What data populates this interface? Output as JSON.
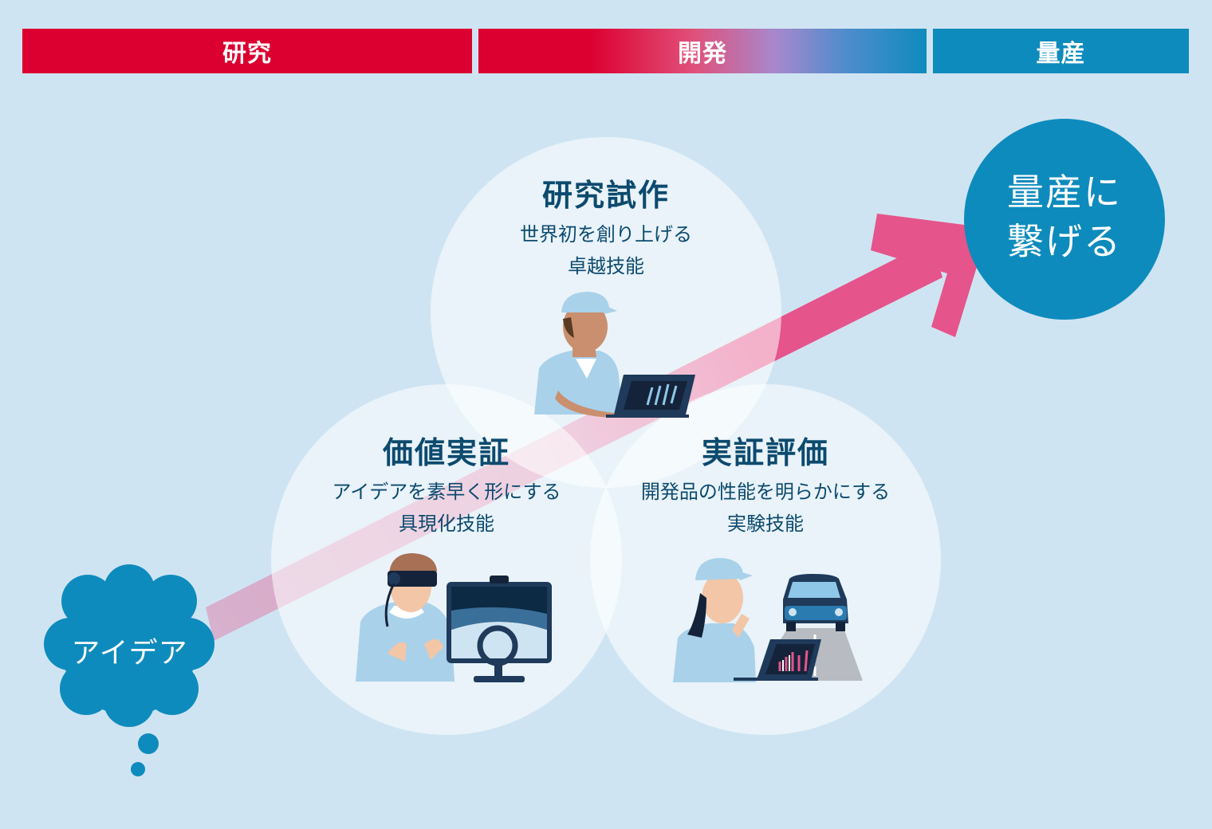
{
  "phases": {
    "research": "研究",
    "development": "開発",
    "mass_production": "量産"
  },
  "circles": {
    "research_prototype": {
      "title": "研究試作",
      "desc_line1": "世界初を創り上げる",
      "desc_line2": "卓越技能"
    },
    "value_verification": {
      "title": "価値実証",
      "desc_line1": "アイデアを素早く形にする",
      "desc_line2": "具現化技能"
    },
    "verification_evaluation": {
      "title": "実証評価",
      "desc_line1": "開発品の性能を明らかにする",
      "desc_line2": "実験技能"
    }
  },
  "goal": {
    "line1": "量産に",
    "line2": "繋げる"
  },
  "idea": "アイデア",
  "colors": {
    "background": "#cfe4f2",
    "research_red": "#dc0030",
    "production_blue": "#0e8bbd",
    "arrow_pink": "#e5548a",
    "circle_fill": "#ffffff",
    "text_navy": "#0c4a6e"
  },
  "icons": {
    "research": "engineer-laptop-icon",
    "value": "vr-headset-simulator-icon",
    "evaluation": "car-test-analysis-icon",
    "idea": "thought-cloud-icon"
  }
}
